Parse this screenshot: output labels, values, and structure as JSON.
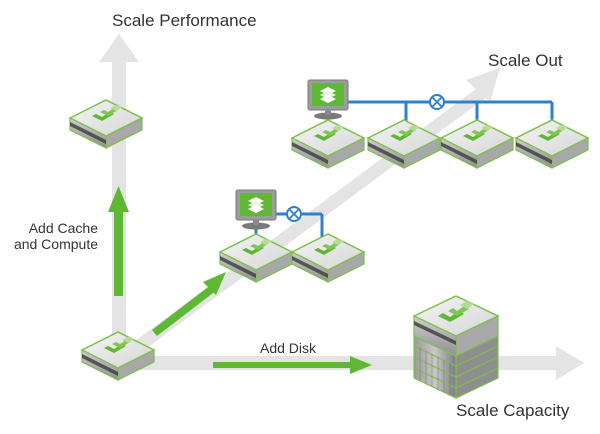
{
  "colors": {
    "axis_arrow": "#e4e4e4",
    "green_arrow": "#5fb833",
    "network_line": "#2f7fd0",
    "node_outline": "#7cc04a",
    "node_top": "#e6e6e6",
    "node_side": "#b0b0b0",
    "logo_dark": "#5fb833",
    "logo_light": "#9fd27a",
    "monitor_screen": "#5fb833",
    "label_text": "#333333"
  },
  "axes": {
    "vertical": {
      "label": "Scale Performance"
    },
    "diagonal": {
      "label": "Scale Out"
    },
    "horizontal": {
      "label": "Scale Capacity"
    }
  },
  "steps": {
    "vertical": {
      "label_line1": "Add Cache",
      "label_line2": "and Compute"
    },
    "horizontal": {
      "label": "Add Disk"
    }
  },
  "nodes": {
    "origin": {
      "icon": "storage-appliance-icon"
    },
    "performance": {
      "icon": "storage-appliance-icon"
    },
    "capacity": {
      "icon": "stacked-storage-appliance-icon",
      "stack_count": 4
    },
    "scale_out_small": {
      "appliance_count": 2,
      "has_management_console": true
    },
    "scale_out_large": {
      "appliance_count": 4,
      "has_management_console": true
    }
  }
}
